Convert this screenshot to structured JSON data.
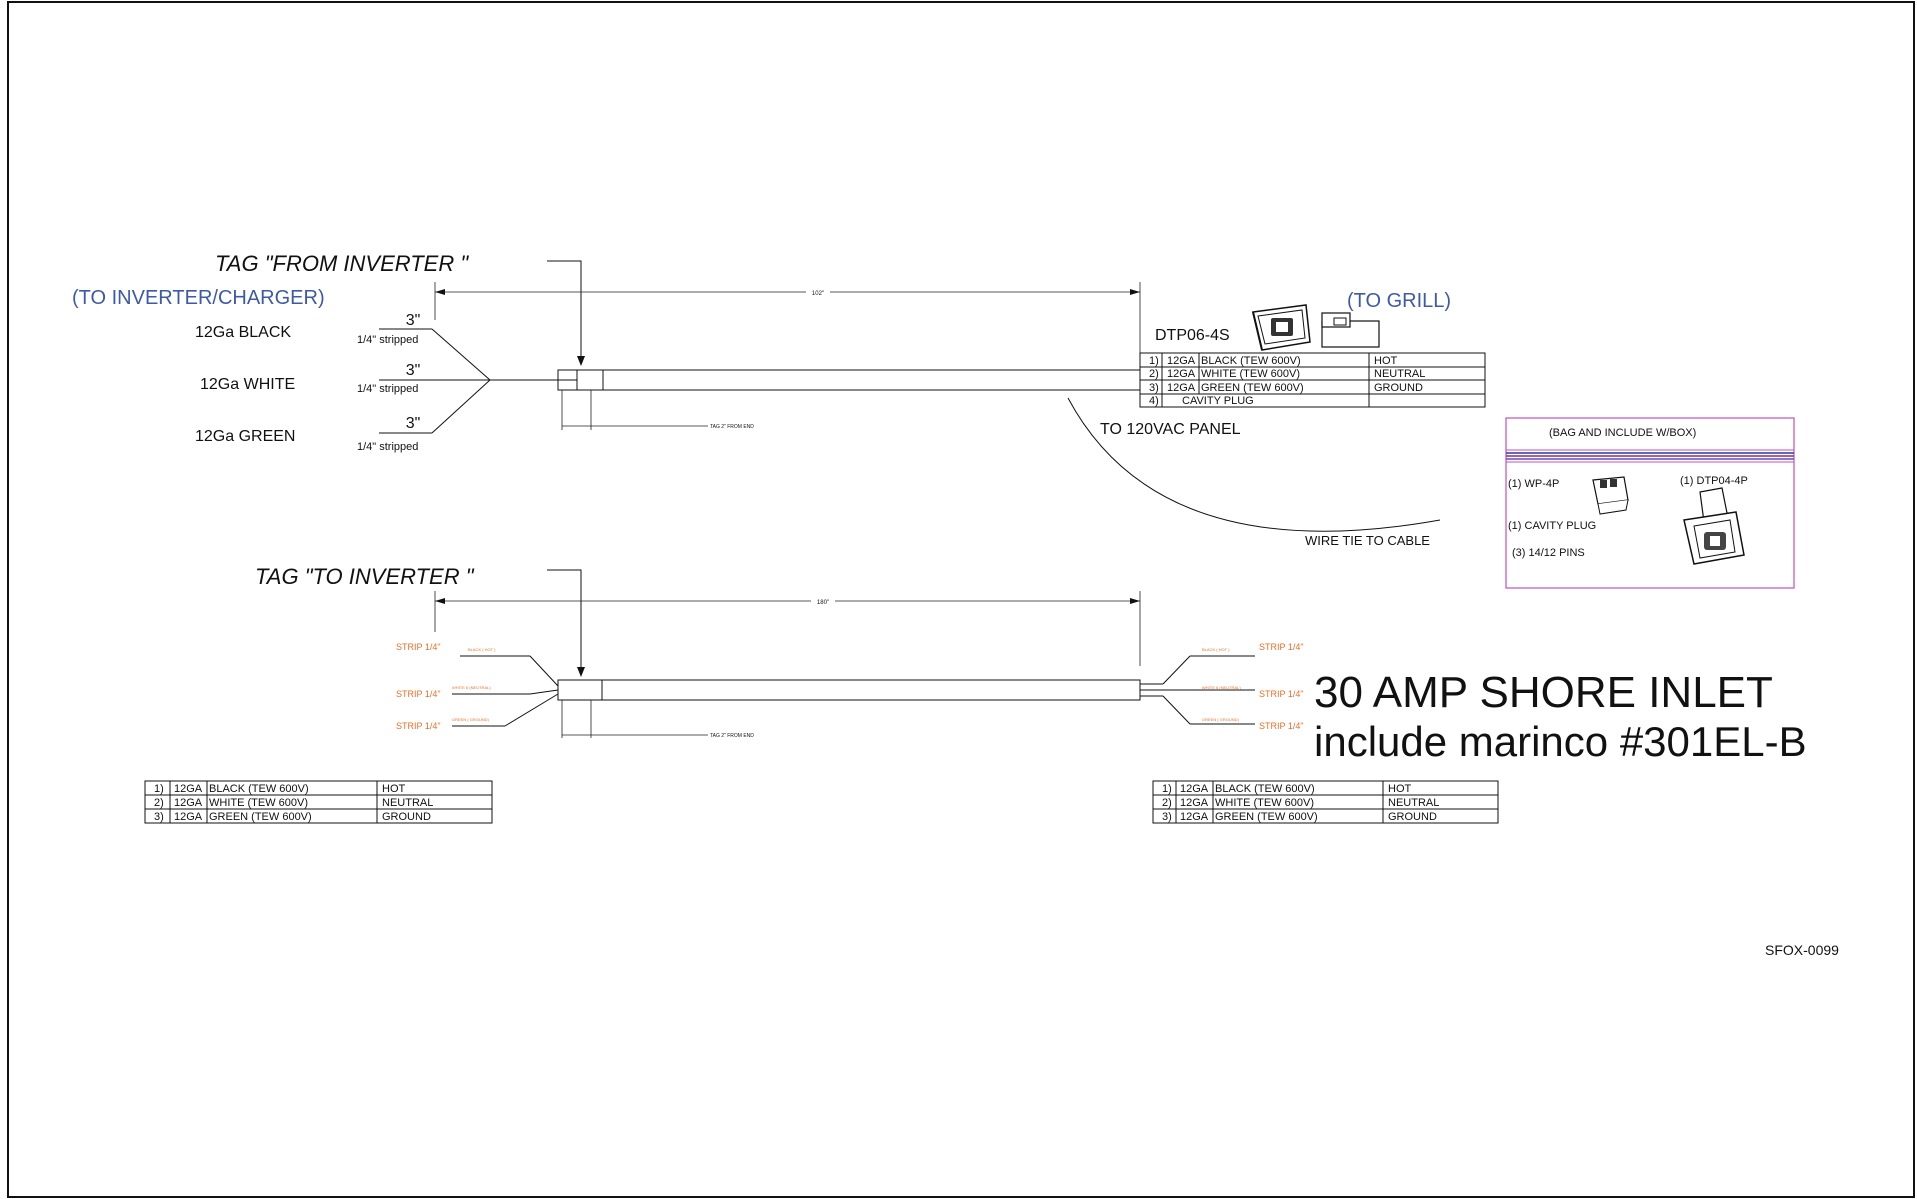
{
  "top": {
    "tag": "TAG \"FROM INVERTER \"",
    "to_inverter_charger": "(TO INVERTER/CHARGER)",
    "to_grill": "(TO GRILL)",
    "connector_name": "DTP06-4S",
    "length_dim": "102\"",
    "tag_note": "TAG 2\" FROM END",
    "to_panel": "TO 120VAC PANEL",
    "wire_tie": "WIRE TIE TO CABLE",
    "wires": [
      {
        "label": "12Ga BLACK",
        "length": "3\"",
        "strip": "1/4\" stripped"
      },
      {
        "label": "12Ga WHITE",
        "length": "3\"",
        "strip": "1/4\" stripped"
      },
      {
        "label": "12Ga GREEN",
        "length": "3\"",
        "strip": "1/4\" stripped"
      }
    ],
    "pin_table": [
      {
        "num": "1)",
        "gauge": "12GA",
        "desc": "BLACK (TEW 600V)",
        "func": "HOT"
      },
      {
        "num": "2)",
        "gauge": "12GA",
        "desc": "WHITE (TEW 600V)",
        "func": "NEUTRAL"
      },
      {
        "num": "3)",
        "gauge": "12GA",
        "desc": "GREEN (TEW 600V)",
        "func": "GROUND"
      },
      {
        "num": "4)",
        "gauge": "",
        "desc": "CAVITY PLUG",
        "func": ""
      }
    ]
  },
  "bag": {
    "title": "(BAG AND INCLUDE W/BOX)",
    "wp": "(1) WP-4P",
    "dtp": "(1) DTP04-4P",
    "cavity": "(1) CAVITY PLUG",
    "pins": "(3) 14/12 PINS"
  },
  "bottom": {
    "tag": "TAG \"TO INVERTER \"",
    "length_dim": "180\"",
    "tag_note": "TAG 2\" FROM END",
    "strip_label": "STRIP 1/4\"",
    "wire_small_labels": [
      "BLACK ( HOT )",
      "WHITE 6 (NEUTRAL)",
      "GREEN ( GROUND)"
    ],
    "wire_small_labels_right": [
      "BLACK ( HOT )",
      "WHITE 6 (NEUTRAL)",
      "GREEN ( GROUND)"
    ],
    "shore_title": "30 AMP SHORE INLET",
    "shore_sub": "include marinco #301EL-B",
    "table_left": [
      {
        "num": "1)",
        "gauge": "12GA",
        "desc": "BLACK (TEW 600V)",
        "func": "HOT"
      },
      {
        "num": "2)",
        "gauge": "12GA",
        "desc": "WHITE (TEW 600V)",
        "func": "NEUTRAL"
      },
      {
        "num": "3)",
        "gauge": "12GA",
        "desc": "GREEN (TEW 600V)",
        "func": "GROUND"
      }
    ],
    "table_right": [
      {
        "num": "1)",
        "gauge": "12GA",
        "desc": "BLACK (TEW 600V)",
        "func": "HOT"
      },
      {
        "num": "2)",
        "gauge": "12GA",
        "desc": "WHITE (TEW 600V)",
        "func": "NEUTRAL"
      },
      {
        "num": "3)",
        "gauge": "12GA",
        "desc": "GREEN (TEW 600V)",
        "func": "GROUND"
      }
    ]
  },
  "drawing_number": "SFOX-0099",
  "colors": {
    "blue": "#3d5aa8",
    "orange": "#e8702a",
    "magenta": "#c24fc2"
  }
}
